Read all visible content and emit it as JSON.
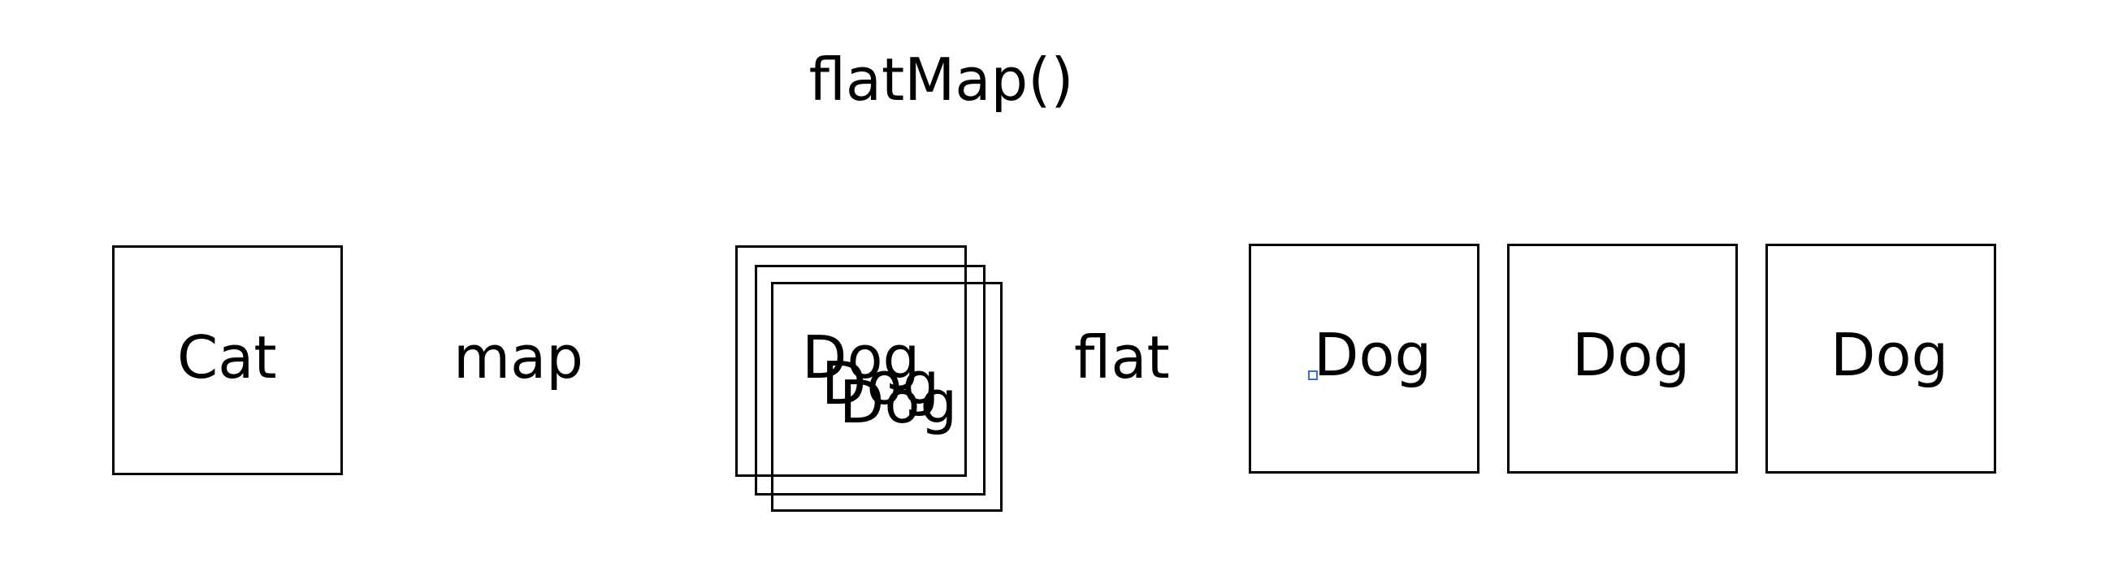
{
  "title": "flatMap()",
  "source": {
    "label": "Cat"
  },
  "step1": {
    "label": "map"
  },
  "mapped": {
    "labels": [
      "Dog",
      "Dog",
      "Dog"
    ]
  },
  "step2": {
    "label": "flat"
  },
  "result": {
    "labels": [
      "Dog",
      "Dog",
      "Dog"
    ]
  },
  "colors": {
    "stroke": "#000000",
    "selection_handle": "#3b6fe0"
  }
}
